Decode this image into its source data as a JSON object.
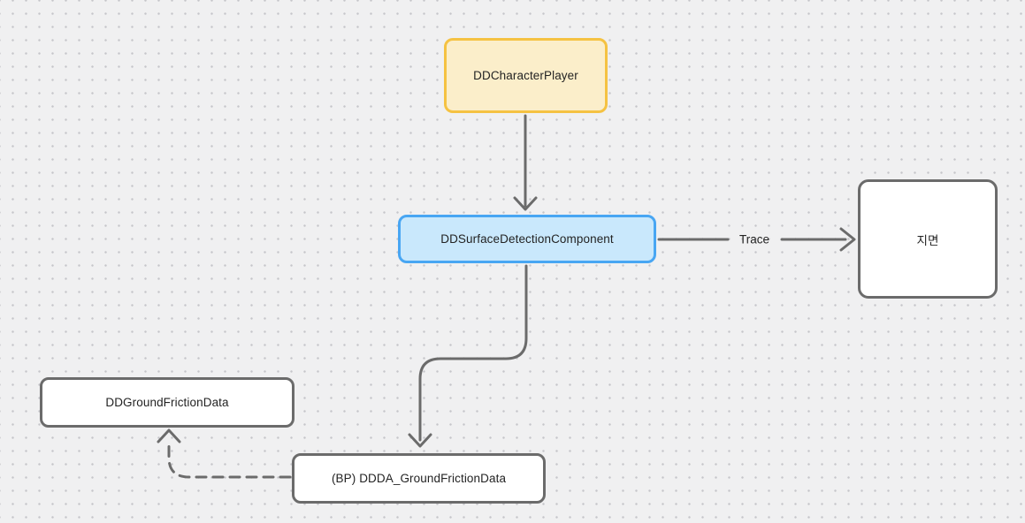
{
  "diagram": {
    "nodes": {
      "character_player": {
        "label": "DDCharacterPlayer",
        "fill": "#fbeeca",
        "stroke": "#f5c242"
      },
      "surface_detection": {
        "label": "DDSurfaceDetectionComponent",
        "fill": "#c9e8fc",
        "stroke": "#48a6f3"
      },
      "ground": {
        "label": "지면",
        "fill": "#ffffff",
        "stroke": "#6b6b6b"
      },
      "ground_friction_data": {
        "label": "DDGroundFrictionData",
        "fill": "#ffffff",
        "stroke": "#6b6b6b"
      },
      "bp_ground_friction_data": {
        "label": "(BP) DDDA_GroundFrictionData",
        "fill": "#ffffff",
        "stroke": "#6b6b6b"
      }
    },
    "edges": {
      "player_to_surface": {
        "from": "character_player",
        "to": "surface_detection",
        "style": "solid",
        "label": ""
      },
      "surface_to_ground": {
        "from": "surface_detection",
        "to": "ground",
        "style": "solid",
        "label": "Trace"
      },
      "surface_to_bp": {
        "from": "surface_detection",
        "to": "bp_ground_friction_data",
        "style": "solid",
        "label": ""
      },
      "bp_to_friction_data": {
        "from": "bp_ground_friction_data",
        "to": "ground_friction_data",
        "style": "dashed",
        "label": ""
      }
    },
    "colors": {
      "canvas_background": "#f0f0f1",
      "grid_dot": "#c6c6ca",
      "arrow": "#6b6b6b",
      "text": "#232323"
    }
  }
}
